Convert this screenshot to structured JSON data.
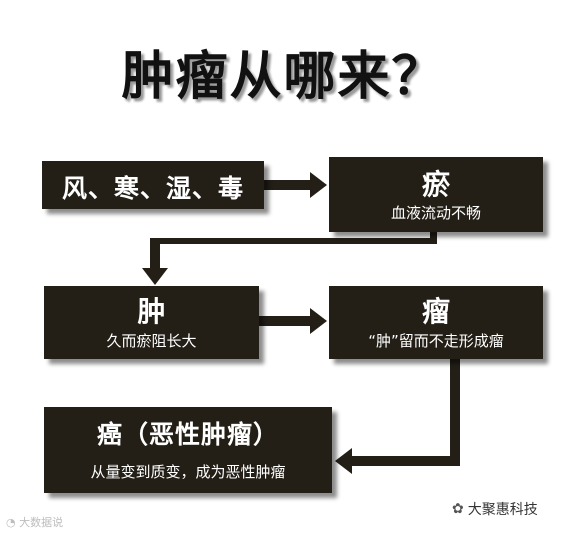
{
  "title": "肿瘤从哪来？",
  "nodes": {
    "causes": {
      "head": "风、寒、湿、毒"
    },
    "stasis": {
      "head": "瘀",
      "sub": "血液流动不畅"
    },
    "swelling": {
      "head": "肿",
      "sub": "久而瘀阻长大"
    },
    "tumor": {
      "head": "瘤",
      "sub": "“肿”留而不走形成瘤"
    },
    "cancer": {
      "head": "癌（恶性肿瘤）",
      "sub": "从量变到质变，成为恶性肿瘤"
    }
  },
  "watermarks": {
    "left": "大数据说",
    "right": "大聚惠科技",
    "left_icon": "weibo-icon",
    "right_icon": "wechat-icon"
  },
  "colors": {
    "box": "#231f17",
    "arrow": "#231f17",
    "text": "#ffffff"
  }
}
